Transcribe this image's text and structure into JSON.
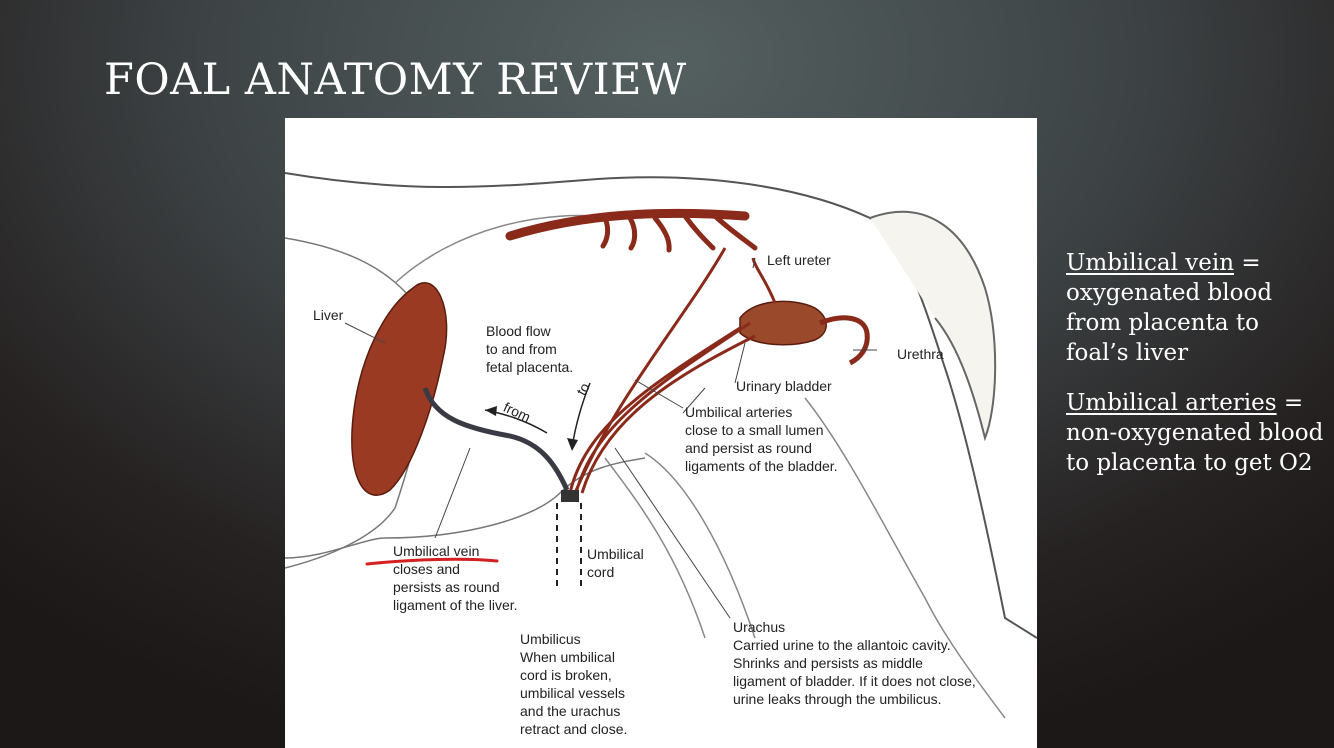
{
  "slide": {
    "title": "FOAL ANATOMY REVIEW"
  },
  "figure": {
    "labels": {
      "liver": "Liver",
      "blood_flow": "Blood flow\nto and from\nfetal placenta.",
      "to": "to",
      "from": "from",
      "left_ureter": "Left ureter",
      "urethra": "Urethra",
      "urinary_bladder": "Urinary bladder",
      "umbilical_arteries": "Umbilical arteries\nclose to a small lumen\nand persist as round\nligaments of the bladder.",
      "umbilical_vein": "Umbilical vein\ncloses and\npersists as round\nligament of the liver.",
      "umbilical_cord": "Umbilical\ncord",
      "umbilicus": "Umbilicus\nWhen umbilical\ncord is broken,\numbilical vessels\nand the urachus\nretract and close.",
      "urachus": "Urachus\nCarried urine to the allantoic cavity.\nShrinks and persists as middle\nligament of bladder. If it does not close,\nurine leaks through the umbilicus."
    },
    "colors": {
      "vessel": "#8a2a1a",
      "organ": "#9a3a22",
      "annotation": "#d42020"
    }
  },
  "notes": {
    "vein": {
      "term": "Umbilical vein",
      "text": "oxygenated blood from placenta to foal’s liver"
    },
    "arteries": {
      "term": "Umbilical arteries",
      "text": "non-oxygenated blood to placenta to get O2"
    }
  }
}
